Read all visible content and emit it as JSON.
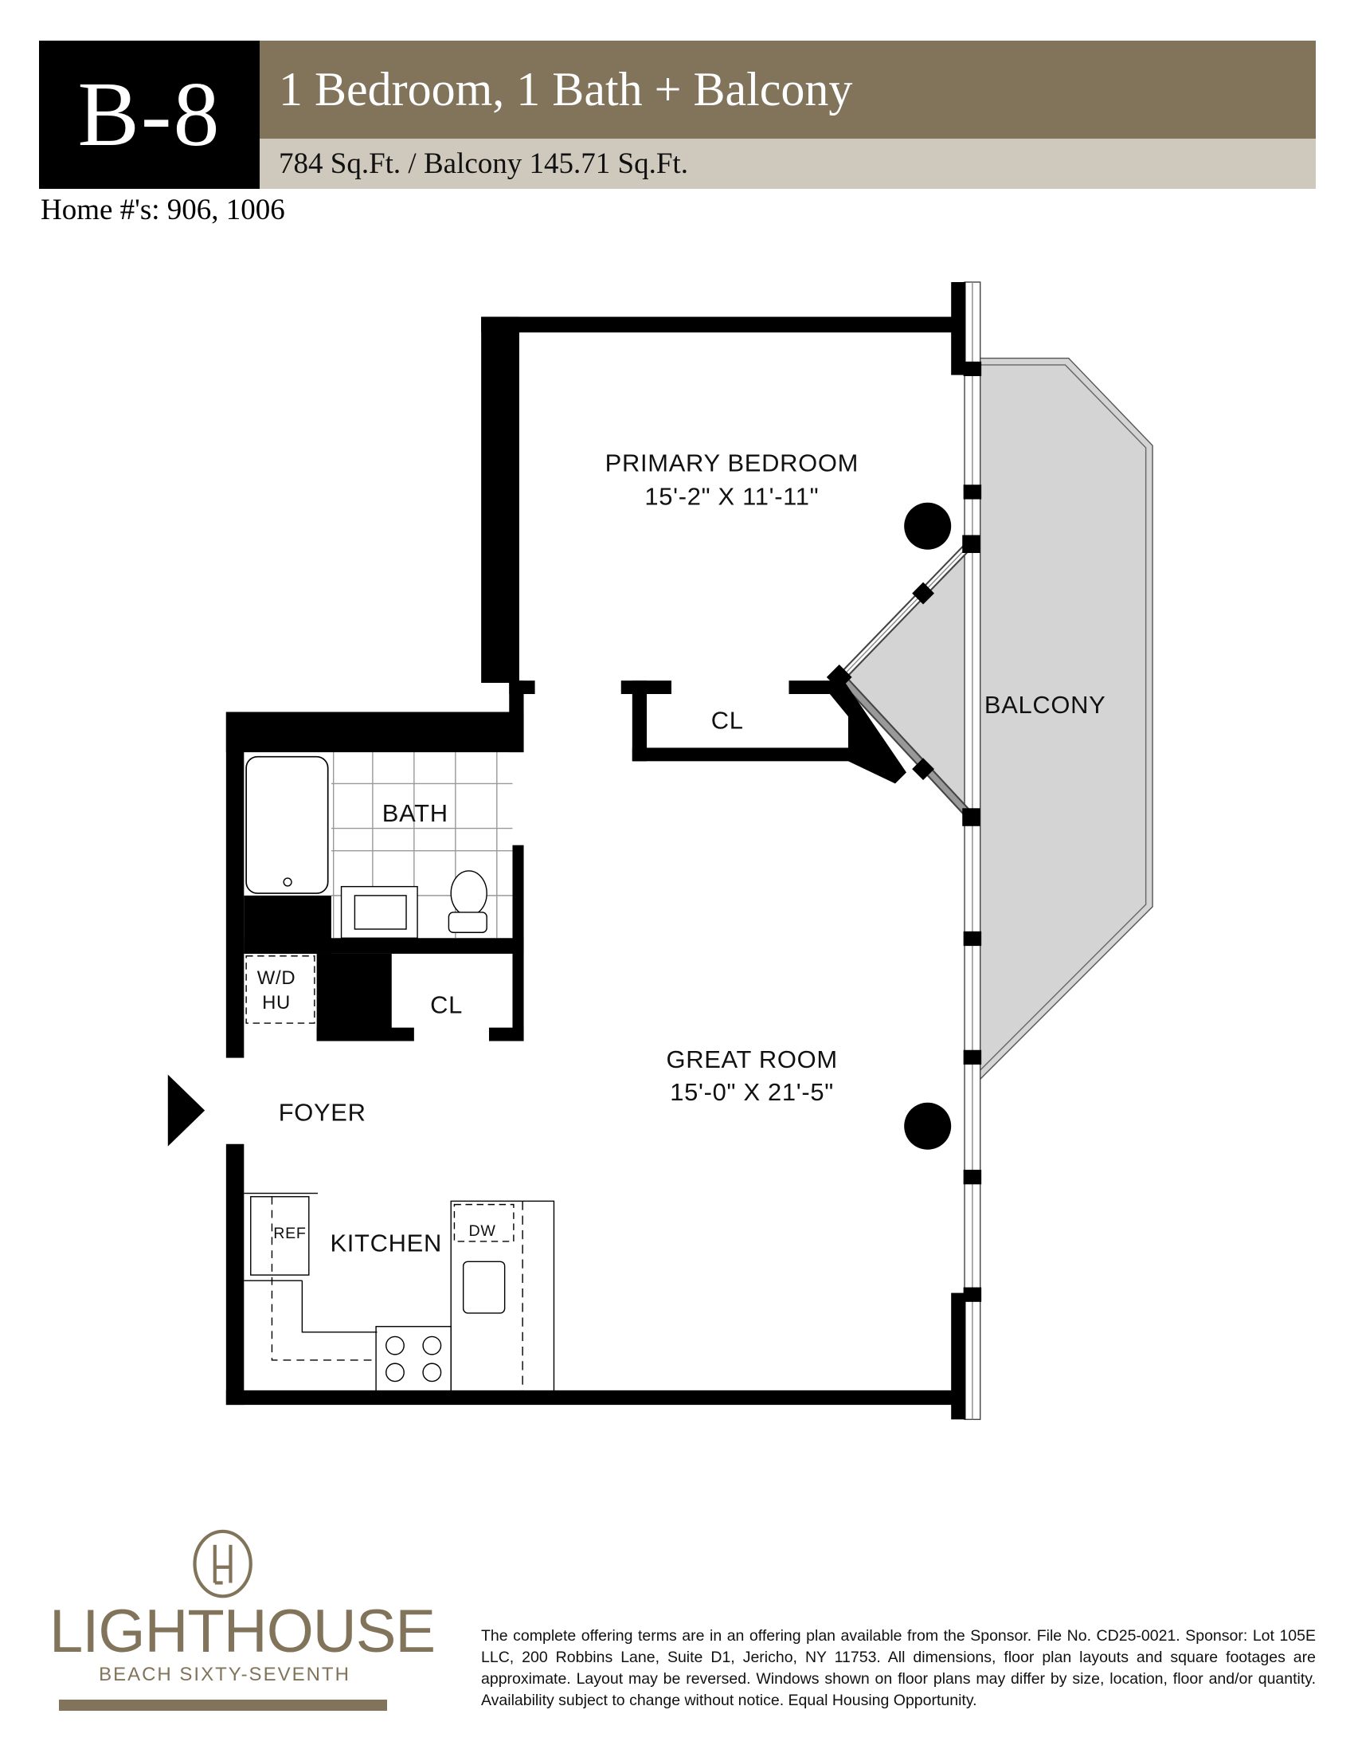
{
  "header": {
    "unit_code": "B-8",
    "title": "1 Bedroom, 1 Bath + Balcony",
    "area": "784 Sq.Ft. / Balcony 145.71 Sq.Ft.",
    "homes": "Home #'s: 906, 1006"
  },
  "rooms": {
    "primary_bedroom": {
      "name": "PRIMARY BEDROOM",
      "dims": "15'-2\" X 11'-11\""
    },
    "bedroom_closet": "CL",
    "balcony": "BALCONY",
    "bath": "BATH",
    "washer_dryer": {
      "line1": "W/D",
      "line2": "HU"
    },
    "foyer_closet": "CL",
    "great_room": {
      "name": "GREAT ROOM",
      "dims": "15'-0\" X 21'-5\""
    },
    "foyer": "FOYER",
    "kitchen": "KITCHEN",
    "refrigerator": "REF",
    "dishwasher": "DW"
  },
  "footer": {
    "logo_name": "LIGHTHOUSE",
    "logo_sub": "BEACH SIXTY-SEVENTH",
    "logo_monogram": "LH",
    "disclaimer": "The complete offering terms are in an offering plan available from the Sponsor. File No. CD25-0021. Sponsor: Lot 105E LLC, 200 Robbins Lane, Suite D1, Jericho, NY 11753. All dimensions, floor plan layouts and square footages are approximate. Layout may be reversed. Windows shown on floor plans may differ by size, location, floor and/or quantity. Availability subject to change without notice. Equal Housing Opportunity."
  },
  "colors": {
    "brand": "#81745b",
    "band_light": "#cfc8bd",
    "balcony": "#d4d4d4"
  }
}
